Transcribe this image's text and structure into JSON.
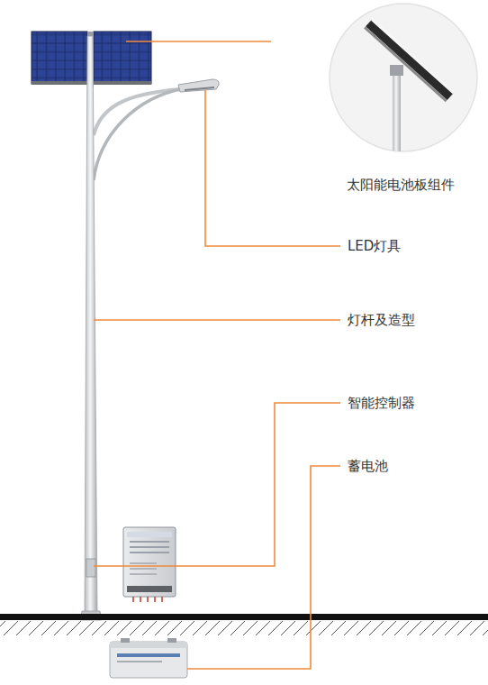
{
  "diagram": {
    "labels": [
      "太阳能电池板组件",
      "LED灯具",
      "灯杆及造型",
      "智能控制器",
      "蓄电池"
    ]
  }
}
